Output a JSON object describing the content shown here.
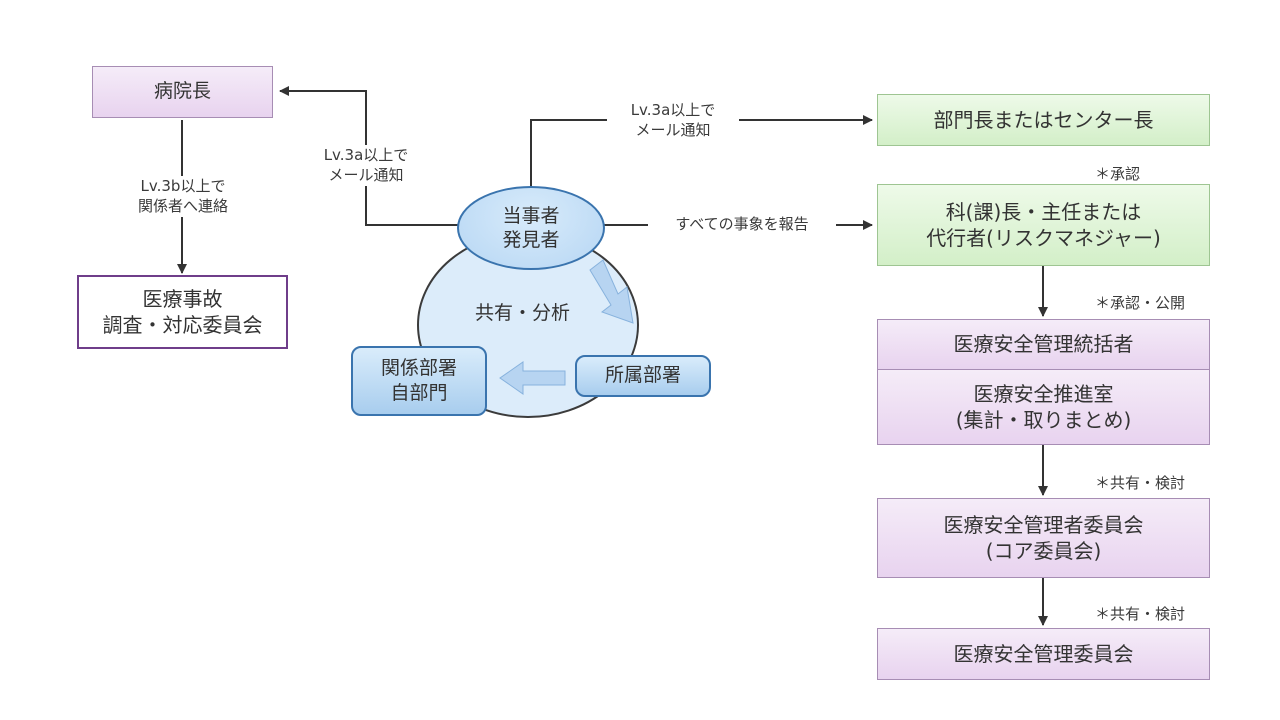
{
  "nodes": {
    "hospital_director": "病院長",
    "accident_committee": [
      "医療事故",
      "調査・対応委員会"
    ],
    "reporter": [
      "当事者",
      "発見者"
    ],
    "share_analysis": "共有・分析",
    "own_department": "所属部署",
    "related_departments": [
      "関係部署",
      "自部門"
    ],
    "department_head": "部門長またはセンター長",
    "section_chief": [
      "科(課)長・主任または",
      "代行者(リスクマネジャー)"
    ],
    "safety_supervisor": "医療安全管理統括者",
    "safety_office": [
      "医療安全推進室",
      "(集計・取りまとめ)"
    ],
    "core_committee": [
      "医療安全管理者委員会",
      "(コア委員会)"
    ],
    "safety_committee": "医療安全管理委員会"
  },
  "edge_labels": {
    "to_director": [
      "Lv.3a以上で",
      "メール通知"
    ],
    "director_to_committee": [
      "Lv.3b以上で",
      "関係者へ連絡"
    ],
    "to_department_head": [
      "Lv.3a以上で",
      "メール通知"
    ],
    "to_section_chief": "すべての事象を報告"
  },
  "notes": {
    "approval": "＊承認",
    "approval_publish": "＊承認・公開",
    "share_review_1": "＊共有・検討",
    "share_review_2": "＊共有・検討"
  },
  "colors": {
    "purple_fill": "#e8d3ef",
    "green_fill": "#d3efc8",
    "blue_fill": "#b6d6f3",
    "blue_border": "#3a74ae",
    "committee_border": "#6f3d8a",
    "connector": "#333333"
  }
}
